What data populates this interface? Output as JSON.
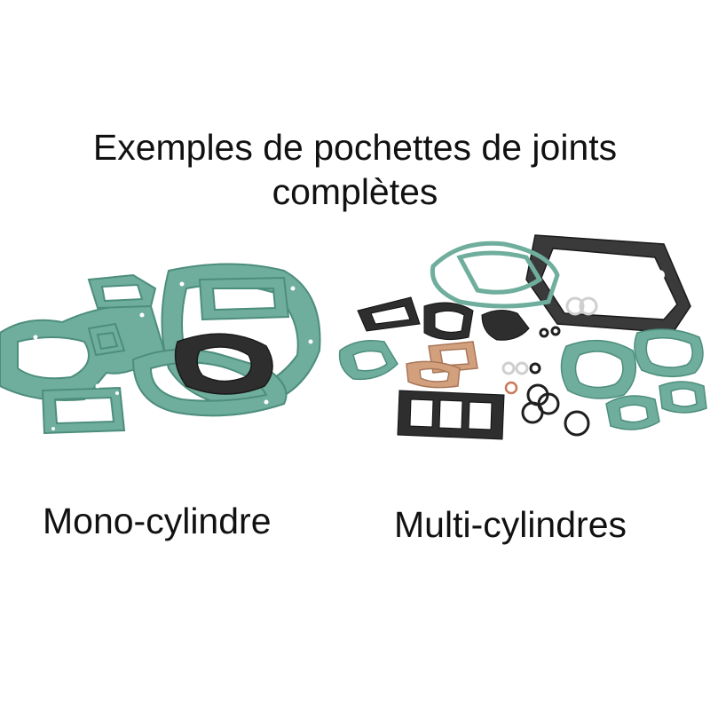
{
  "title_line1": "Exemples de pochettes de joints",
  "title_line2": "complètes",
  "caption_left": "Mono-cylindre",
  "caption_right": "Multi-cylindres",
  "colors": {
    "gasket_green": "#6fae9c",
    "gasket_green_dark": "#4d8d7c",
    "gasket_black": "#2e2e2e",
    "gasket_copper": "#d3a07e",
    "background": "#ffffff"
  }
}
